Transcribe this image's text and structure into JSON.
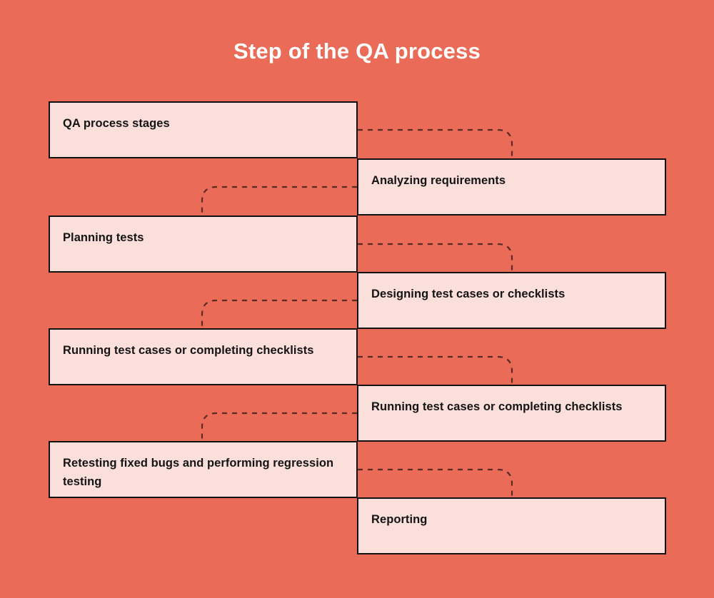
{
  "page": {
    "title": "Step of the QA process",
    "background_color": "#EA6B57",
    "box_fill_color": "#FADFDA",
    "box_border_color": "#111111",
    "title_color": "#FFFFFF",
    "label_color": "#141414",
    "connector_color": "#5A2B24",
    "connector_style": "dashed"
  },
  "diagram": {
    "type": "zigzag-step-flow",
    "steps": [
      {
        "index": 1,
        "side": "left",
        "label": "QA process stages"
      },
      {
        "index": 2,
        "side": "right",
        "label": "Analyzing requirements"
      },
      {
        "index": 3,
        "side": "left",
        "label": "Planning tests"
      },
      {
        "index": 4,
        "side": "right",
        "label": "Designing test cases or checklists"
      },
      {
        "index": 5,
        "side": "left",
        "label": "Running test cases or completing checklists"
      },
      {
        "index": 6,
        "side": "right",
        "label": "Running test cases or completing checklists"
      },
      {
        "index": 7,
        "side": "left",
        "label": "Retesting fixed bugs and performing regression testing"
      },
      {
        "index": 8,
        "side": "right",
        "label": "Reporting"
      }
    ]
  }
}
